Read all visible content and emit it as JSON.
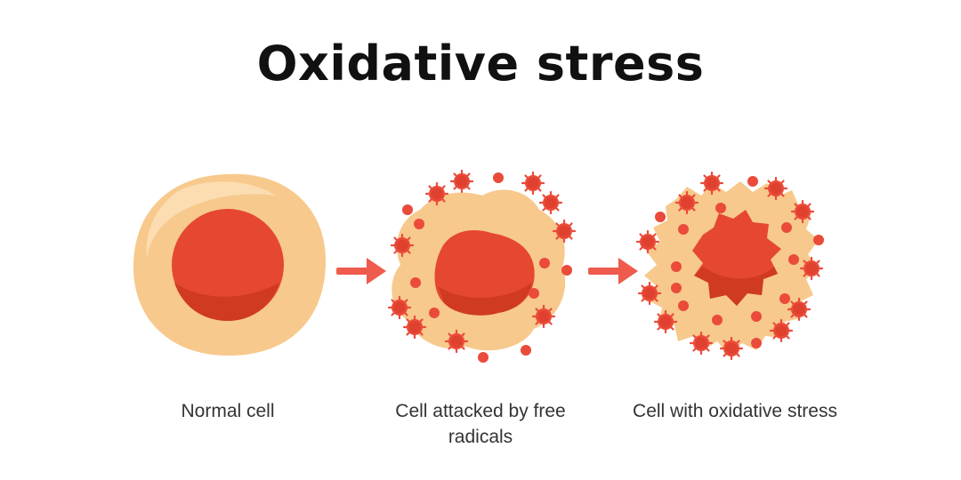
{
  "title": "Oxidative stress",
  "stages": [
    {
      "label": "Normal cell"
    },
    {
      "label": "Cell attacked by free radicals"
    },
    {
      "label": "Cell with oxidative stress"
    }
  ],
  "colors": {
    "cytoplasm": "#F7C98C",
    "cytoplasm_highlight": "#FBDDB1",
    "nucleus": "#E5482F",
    "nucleus_shade": "#CF3A20",
    "free_radical": "#EA4B3A",
    "arrow": "#EF5B4C"
  }
}
